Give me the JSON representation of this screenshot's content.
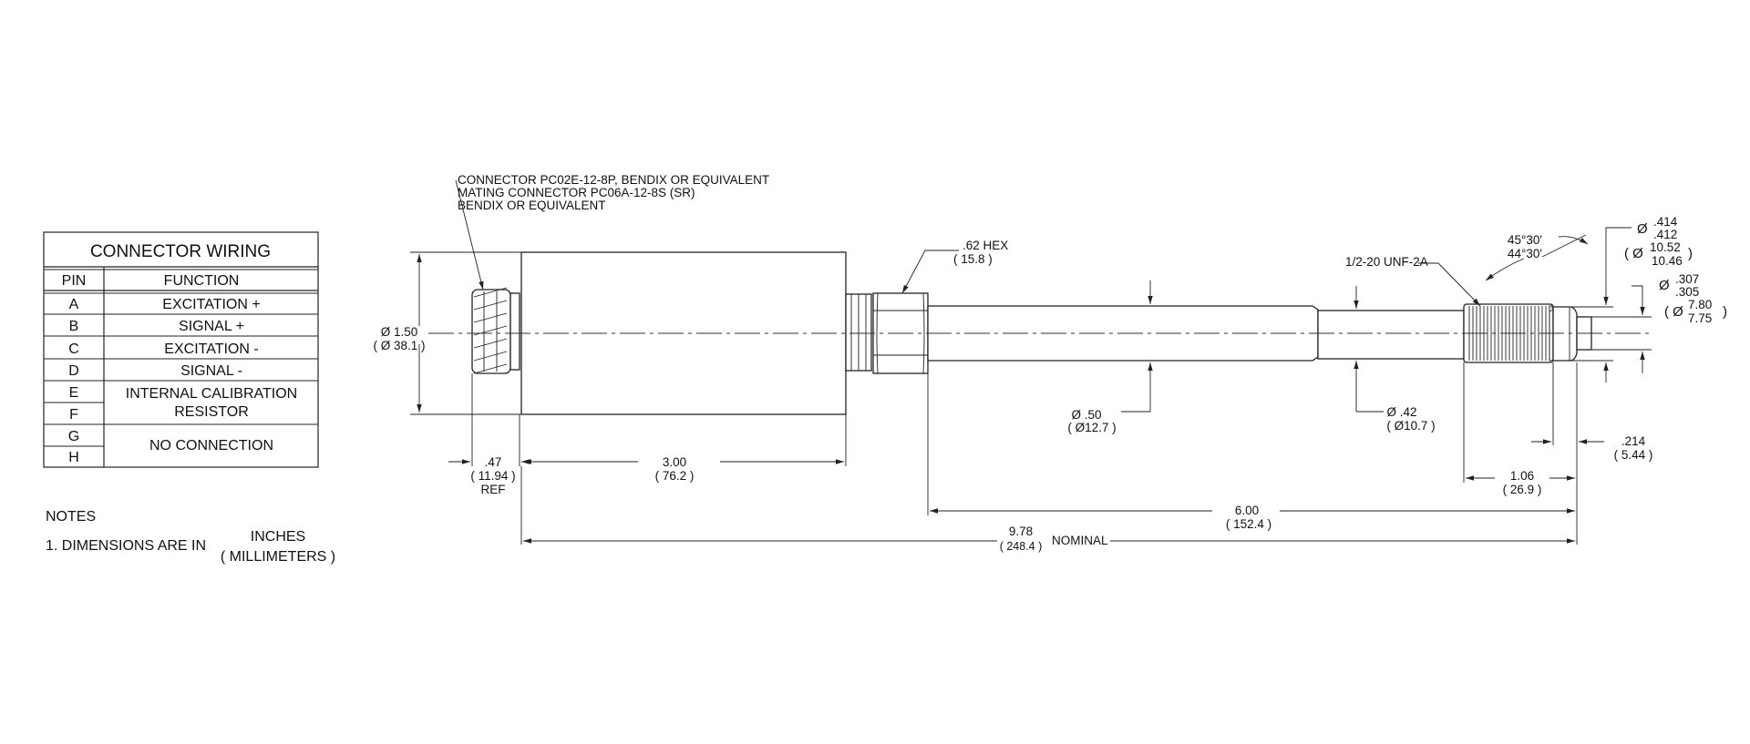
{
  "wiring": {
    "title": "CONNECTOR WIRING",
    "col_pin": "PIN",
    "col_function": "FUNCTION",
    "pins": [
      "A",
      "B",
      "C",
      "D",
      "E",
      "F",
      "G",
      "H"
    ],
    "functions": [
      "EXCITATION +",
      "SIGNAL +",
      "EXCITATION -",
      "SIGNAL -",
      "INTERNAL CALIBRATION",
      "RESISTOR",
      "NO CONNECTION"
    ]
  },
  "notes": {
    "title": "NOTES",
    "note1_prefix": "1. DIMENSIONS ARE IN",
    "unit_top": "INCHES",
    "unit_bottom": "( MILLIMETERS )"
  },
  "callouts": {
    "connector_line1": "CONNECTOR PC02E-12-8P, BENDIX OR EQUIVALENT",
    "connector_line2": "MATING CONNECTOR PC06A-12-8S (SR)",
    "connector_line3": "BENDIX OR EQUIVALENT",
    "hex_in": ".62 HEX",
    "hex_mm": "( 15.8 )",
    "thread": "1/2-20 UNF-2A",
    "angle_top": "45°30'",
    "angle_bottom": "44°30'"
  },
  "dims": {
    "dia150_in": "Ø 1.50",
    "dia150_mm": "( Ø 38.1 )",
    "dia050_in": "Ø .50",
    "dia050_mm": "( Ø12.7 )",
    "dia042_in": "Ø .42",
    "dia042_mm": "( Ø10.7 )",
    "tip414_sym": "Ø",
    "tip414_a": ".414",
    "tip414_b": ".412",
    "tip414_mm_open": "( Ø",
    "tip414_mm_a": "10.52",
    "tip414_mm_b": "10.46",
    "tip414_mm_close": ")",
    "tip307_sym": "Ø",
    "tip307_a": ".307",
    "tip307_b": ".305",
    "tip307_mm_open": "( Ø",
    "tip307_mm_a": "7.80",
    "tip307_mm_b": "7.75",
    "tip307_mm_close": ")",
    "len047_in": ".47",
    "len047_mm": "( 11.94 )",
    "len047_ref": "REF",
    "len300_in": "3.00",
    "len300_mm": "( 76.2 )",
    "len600_in": "6.00",
    "len600_mm": "( 152.4 )",
    "len978_in": "9.78",
    "len978_mm": "( 248.4 )",
    "len978_note": "NOMINAL",
    "len106_in": "1.06",
    "len106_mm": "( 26.9 )",
    "len214_in": ".214",
    "len214_mm": "( 5.44 )"
  }
}
